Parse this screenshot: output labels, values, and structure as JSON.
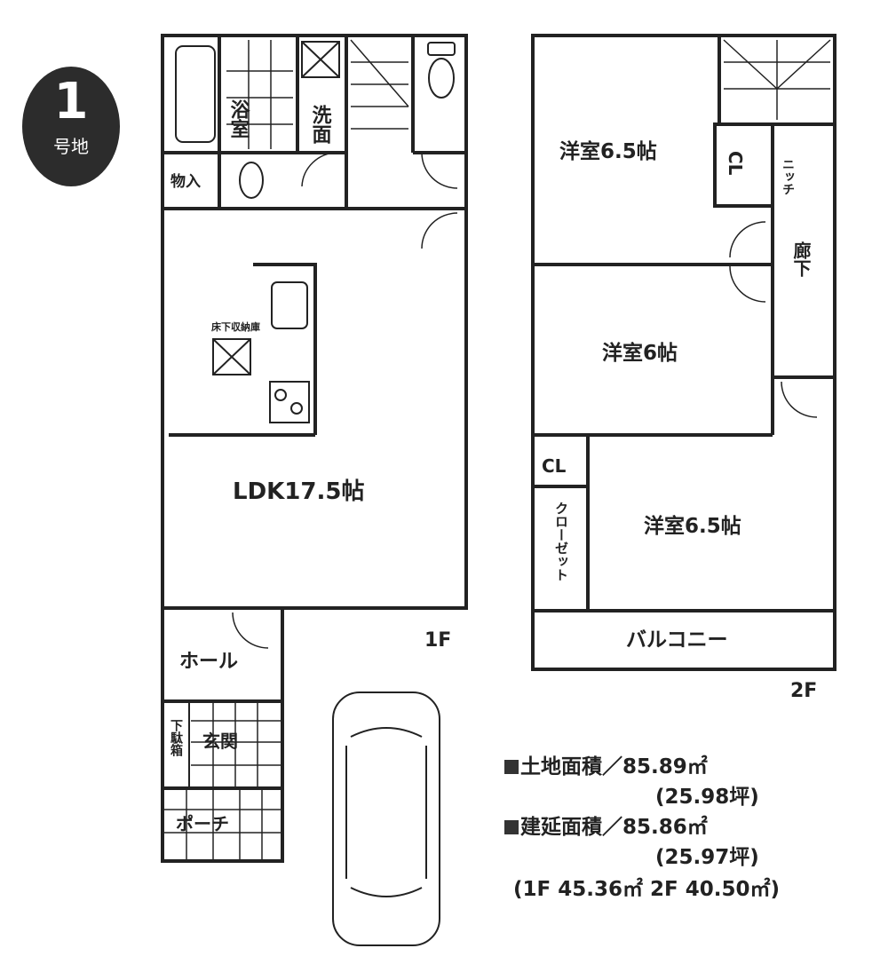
{
  "badge": {
    "number": "1",
    "label": "号地"
  },
  "floor1": {
    "label": "1F",
    "rooms": {
      "bath": "浴室",
      "washroom": "洗面",
      "storage": "物入",
      "underfloor": "床下収納庫",
      "ldk": "LDK17.5帖",
      "hall": "ホール",
      "shoe_box": "下駄箱",
      "entrance": "玄関",
      "porch": "ポーチ"
    }
  },
  "floor2": {
    "label": "2F",
    "rooms": {
      "room_a": "洋室6.5帖",
      "closet_a": "CL",
      "niche": "ニッチ",
      "corridor": "廊下",
      "room_b": "洋室6帖",
      "closet_b": "CL",
      "closet_c": "クローゼット",
      "room_c": "洋室6.5帖",
      "balcony": "バルコニー"
    }
  },
  "areas": {
    "land_label": "土地面積／85.89㎡",
    "land_tsubo": "(25.98坪)",
    "building_label": "建延面積／85.86㎡",
    "building_tsubo": "(25.97坪)",
    "floor_breakdown": "(1F 45.36㎡ 2F 40.50㎡)"
  },
  "colors": {
    "line": "#222222",
    "badge": "#2c2c2c"
  }
}
